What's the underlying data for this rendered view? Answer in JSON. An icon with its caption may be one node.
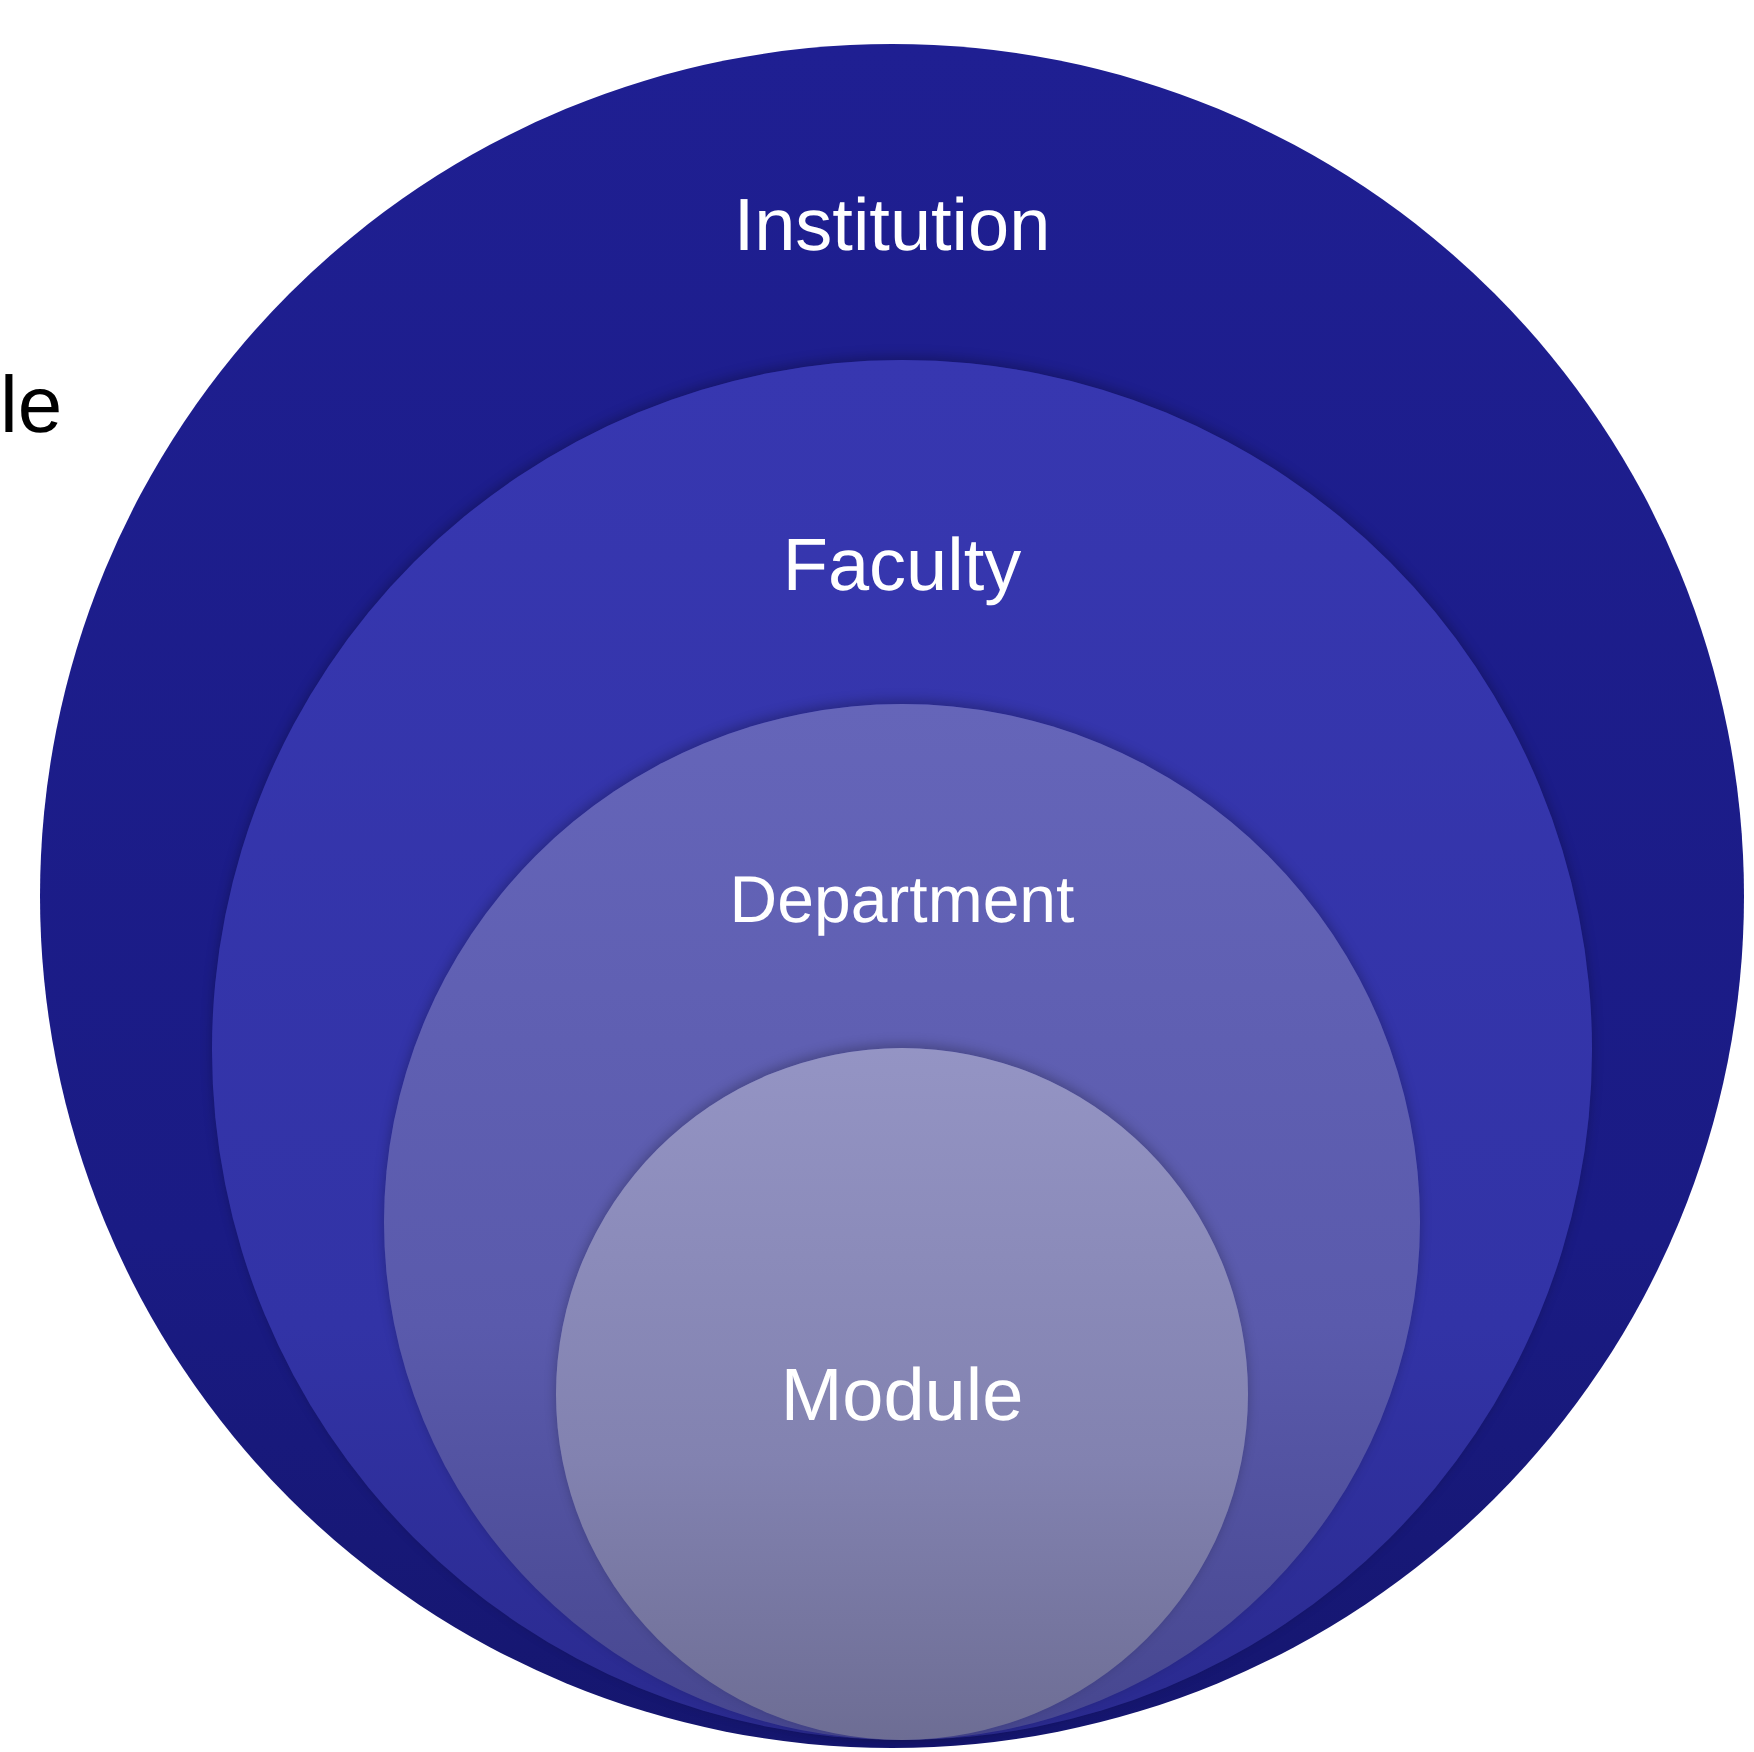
{
  "diagram": {
    "nodes": [
      {
        "text": [
          "Institution"
        ]
      },
      {
        "text": [
          "Faculty"
        ],
        "in": 0
      },
      {
        "text": [
          "Department"
        ],
        "in": 1
      },
      {
        "text": [
          "Module"
        ],
        "in": 2
      }
    ],
    "labels": [
      "le"
    ]
  }
}
